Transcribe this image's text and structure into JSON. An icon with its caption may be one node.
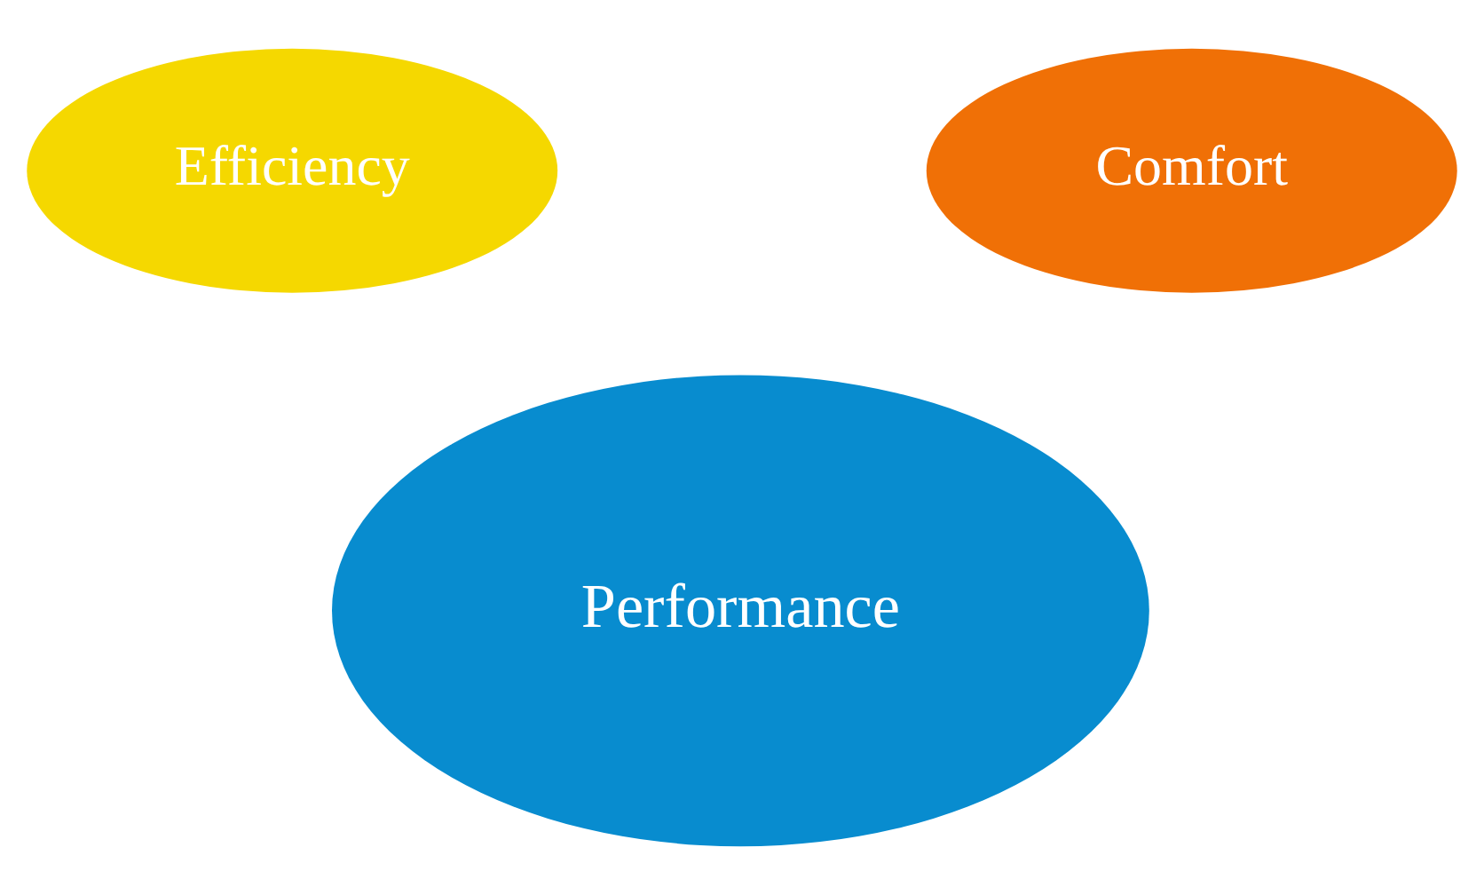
{
  "diagram": {
    "nodes": [
      {
        "text": [
          "Efficiency"
        ]
      },
      {
        "text": [
          "Comfort"
        ]
      },
      {
        "text": [
          "Performance"
        ]
      }
    ]
  }
}
